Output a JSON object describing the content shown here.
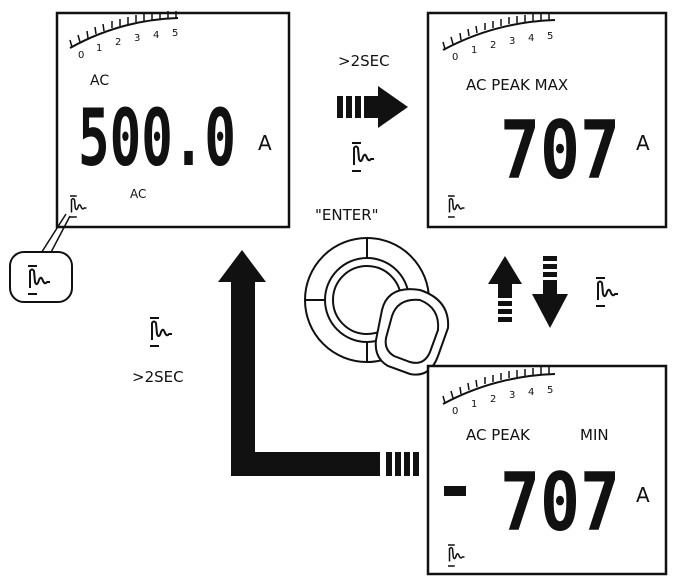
{
  "panels": {
    "left": {
      "mode_top": "AC",
      "value": "500.0",
      "unit": "A",
      "mode_bottom": "AC",
      "scale_ticks": [
        "0",
        "1",
        "2",
        "3",
        "4",
        "5"
      ]
    },
    "top_right": {
      "mode": "AC PEAK MAX",
      "value": "707",
      "unit": "A",
      "scale_ticks": [
        "0",
        "1",
        "2",
        "3",
        "4",
        "5"
      ]
    },
    "bottom_right": {
      "mode_1": "AC PEAK",
      "mode_2": "MIN",
      "sign": "-",
      "value": "707",
      "unit": "A",
      "scale_ticks": [
        "0",
        "1",
        "2",
        "3",
        "4",
        "5"
      ]
    }
  },
  "instructions": {
    "top_hold": ">2SEC",
    "enter_label": "\"ENTER\"",
    "left_hold": ">2SEC"
  },
  "icons": [
    "peak-waveform-icon",
    "enter-button-icon",
    "arrow-right-icon",
    "arrow-up-down-icon",
    "arrow-return-icon"
  ]
}
